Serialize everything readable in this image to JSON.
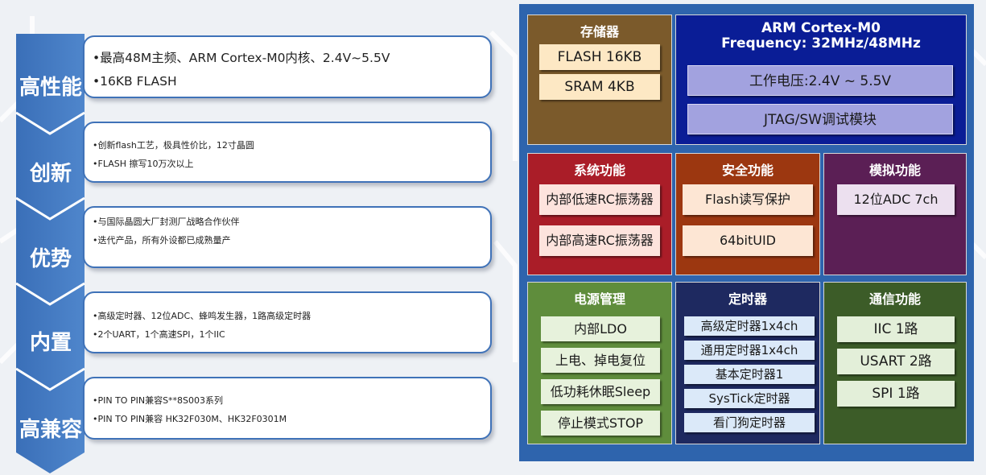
{
  "features": [
    {
      "label": "高性能",
      "lines": [
        "•最高48M主频、ARM Cortex-M0内核、2.4V~5.5V",
        "•16KB FLASH"
      ]
    },
    {
      "label": "创新",
      "lines": [
        "•创新flash工艺，极具性价比，12寸晶圆",
        "•FLASH 擦写10万次以上"
      ]
    },
    {
      "label": "优势",
      "lines": [
        "•与国际晶圆大厂封测厂战略合作伙伴",
        "•迭代产品，所有外设都已成熟量产"
      ]
    },
    {
      "label": "内置",
      "lines": [
        "•高级定时器、12位ADC、蜂鸣发生器，1路高级定时器",
        "•2个UART，1个高速SPI，1个IIC"
      ]
    },
    {
      "label": "高兼容",
      "lines": [
        "•PIN TO PIN兼容S**8S003系列",
        "•PIN TO PIN兼容 HK32F030M、HK32F0301M"
      ]
    }
  ],
  "diagram": {
    "memory": {
      "title": "存储器",
      "items": [
        "FLASH 16KB",
        "SRAM 4KB"
      ]
    },
    "core": {
      "title1": "ARM Cortex-M0",
      "title2": "Frequency: 32MHz/48MHz",
      "items": [
        "工作电压:2.4V ~ 5.5V",
        "JTAG/SW调试模块"
      ]
    },
    "system": {
      "title": "系统功能",
      "items": [
        "内部低速RC振荡器",
        "内部高速RC振荡器"
      ]
    },
    "security": {
      "title": "安全功能",
      "items": [
        "Flash读写保护",
        "64bitUID"
      ]
    },
    "analog": {
      "title": "模拟功能",
      "items": [
        "12位ADC 7ch"
      ]
    },
    "power": {
      "title": "电源管理",
      "items": [
        "内部LDO",
        "上电、掉电复位",
        "低功耗休眠Sleep",
        "停止模式STOP"
      ]
    },
    "timer": {
      "title": "定时器",
      "items": [
        "高级定时器1x4ch",
        "通用定时器1x4ch",
        "基本定时器1",
        "SysTick定时器",
        "看门狗定时器"
      ]
    },
    "comm": {
      "title": "通信功能",
      "items": [
        "IIC 1路",
        "USART 2路",
        "SPI 1路"
      ]
    }
  },
  "colors": {
    "panel": "#2e64ad",
    "memory": "#7b5a2b",
    "core": "#0a1d96",
    "system": "#aa1d28",
    "security": "#9c3710",
    "analog": "#5b1f55",
    "power": "#5f8d3c",
    "timer": "#1e2960",
    "comm": "#3c5c28"
  }
}
